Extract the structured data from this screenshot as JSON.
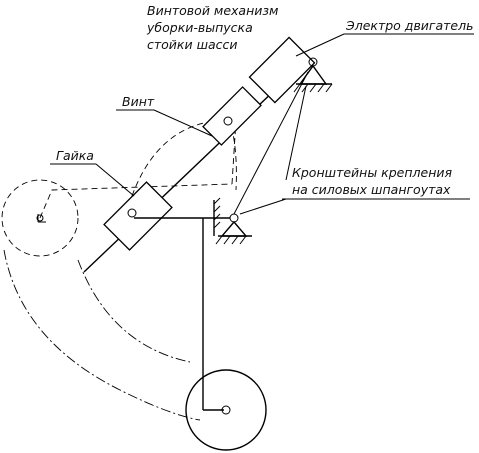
{
  "title": {
    "line1": "Винтовой механизм",
    "line2": "уборки-выпуска",
    "line3": "стойки шасси"
  },
  "labels": {
    "motor": "Электро двигатель",
    "screw": "Винт",
    "nut": "Гайка",
    "brackets_line1": "Кронштейны крепления",
    "brackets_line2": "на силовых шпангоутах"
  }
}
